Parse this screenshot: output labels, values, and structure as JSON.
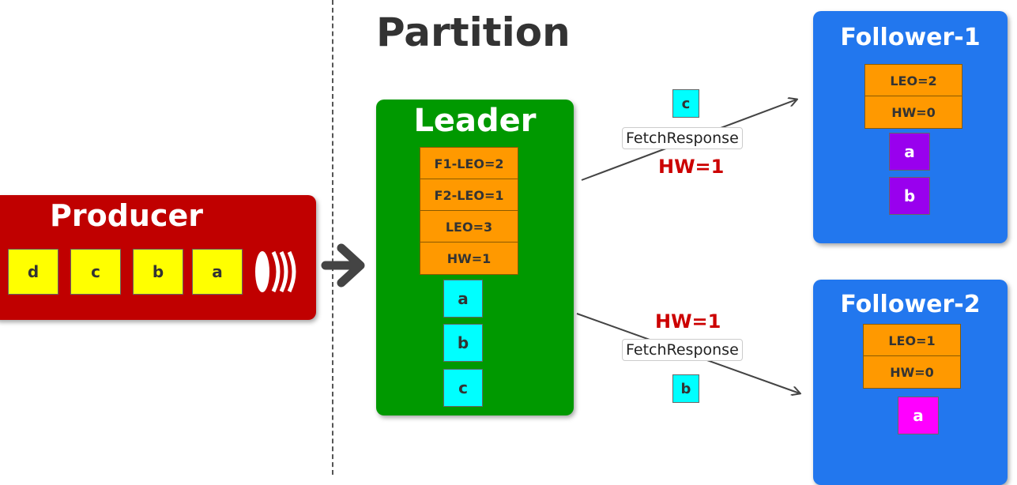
{
  "title": "Partition",
  "producer": {
    "label": "Producer",
    "messages": [
      "d",
      "c",
      "b",
      "a"
    ]
  },
  "leader": {
    "label": "Leader",
    "fields": [
      "F1-LEO=2",
      "F2-LEO=1",
      "LEO=3",
      "HW=1"
    ],
    "messages": [
      "a",
      "b",
      "c"
    ]
  },
  "followers": [
    {
      "label": "Follower-1",
      "fields": [
        "LEO=2",
        "HW=0"
      ],
      "messages": [
        "a",
        "b"
      ]
    },
    {
      "label": "Follower-2",
      "fields": [
        "LEO=1",
        "HW=0"
      ],
      "messages": [
        "a"
      ]
    }
  ],
  "fetch_responses": [
    {
      "message": "c",
      "label": "FetchResponse",
      "hw": "HW=1"
    },
    {
      "message": "b",
      "label": "FetchResponse",
      "hw": "HW=1"
    }
  ],
  "colors": {
    "producer": "#c00000",
    "leader": "#009900",
    "follower": "#2277ee",
    "field": "#ff9900",
    "hw_text": "#cc0000"
  }
}
